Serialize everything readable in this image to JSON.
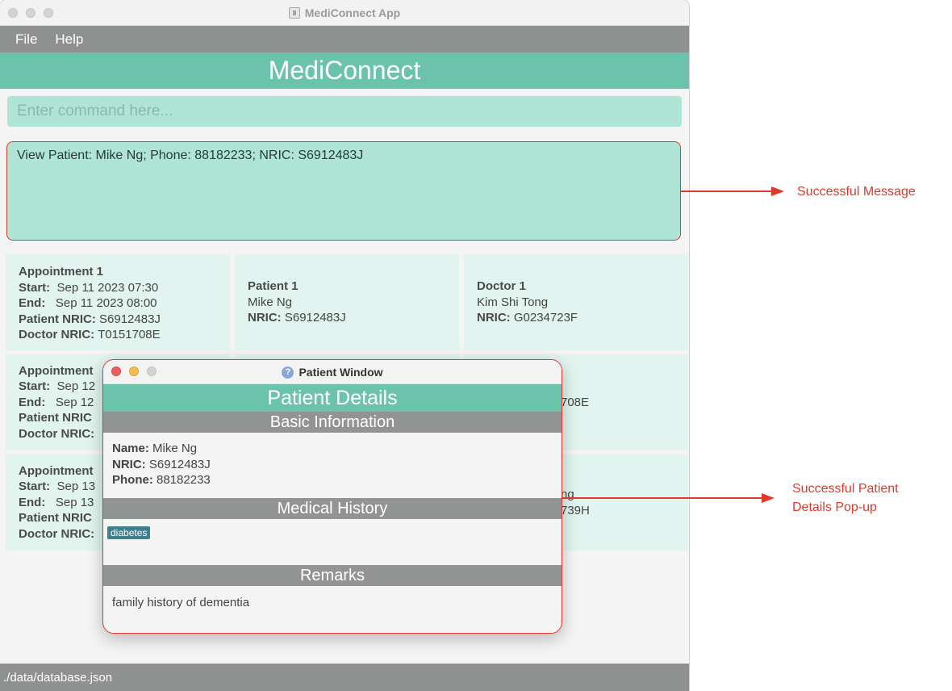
{
  "window": {
    "title": "MediConnect App"
  },
  "menu": {
    "items": [
      "File",
      "Help"
    ]
  },
  "header": {
    "title": "MediConnect"
  },
  "command": {
    "placeholder": "Enter command here..."
  },
  "result": {
    "text": "View Patient: Mike Ng; Phone: 88182233; NRIC: S6912483J"
  },
  "cards": {
    "appointment1": {
      "heading": "Appointment 1",
      "start_label": "Start:",
      "start": "Sep 11 2023 07:30",
      "end_label": "End:",
      "end": "Sep 11 2023 08:00",
      "patient_nric_label": "Patient NRIC:",
      "patient_nric": "S6912483J",
      "doctor_nric_label": "Doctor NRIC:",
      "doctor_nric": "T0151708E"
    },
    "patient1": {
      "heading": "Patient 1",
      "name": "Mike Ng",
      "nric_label": "NRIC:",
      "nric": "S6912483J"
    },
    "doctor1": {
      "heading": "Doctor 1",
      "name": "Kim Shi Tong",
      "nric_label": "NRIC:",
      "nric": "G0234723F"
    },
    "appointment2": {
      "heading": "Appointment",
      "start_label": "Start:",
      "start": "Sep 12",
      "end_label": "End:",
      "end": "Sep 12",
      "patient_nric_label": "Patient NRIC",
      "doctor_nric_label": "Doctor NRIC:"
    },
    "row2_right_partial": "708E",
    "appointment3": {
      "heading": "Appointment",
      "start_label": "Start:",
      "start": "Sep 13",
      "end_label": "End:",
      "end": "Sep 13",
      "patient_nric_label": "Patient NRIC",
      "doctor_nric_label": "Doctor NRIC:"
    },
    "row3_right_partial_1": "ng",
    "row3_right_partial_2": "739H"
  },
  "status": {
    "path": "./data/database.json"
  },
  "popup": {
    "title": "Patient Window",
    "header": "Patient Details",
    "basic_section": "Basic Information",
    "name_label": "Name:",
    "name": "Mike Ng",
    "nric_label": "NRIC:",
    "nric": "S6912483J",
    "phone_label": "Phone:",
    "phone": "88182233",
    "history_section": "Medical History",
    "tags": [
      "diabetes"
    ],
    "remarks_section": "Remarks",
    "remarks": "family history of dementia"
  },
  "annotations": {
    "message": "Successful Message",
    "popup_line1": "Successful Patient",
    "popup_line2": "Details Pop-up"
  },
  "colors": {
    "teal": "#6cc3ac",
    "light_teal": "#aee5d6",
    "card_bg": "#e1f4ef",
    "grey_bar": "#8f9190",
    "annotation_red": "#e0392b",
    "tag": "#3f7f8e"
  }
}
